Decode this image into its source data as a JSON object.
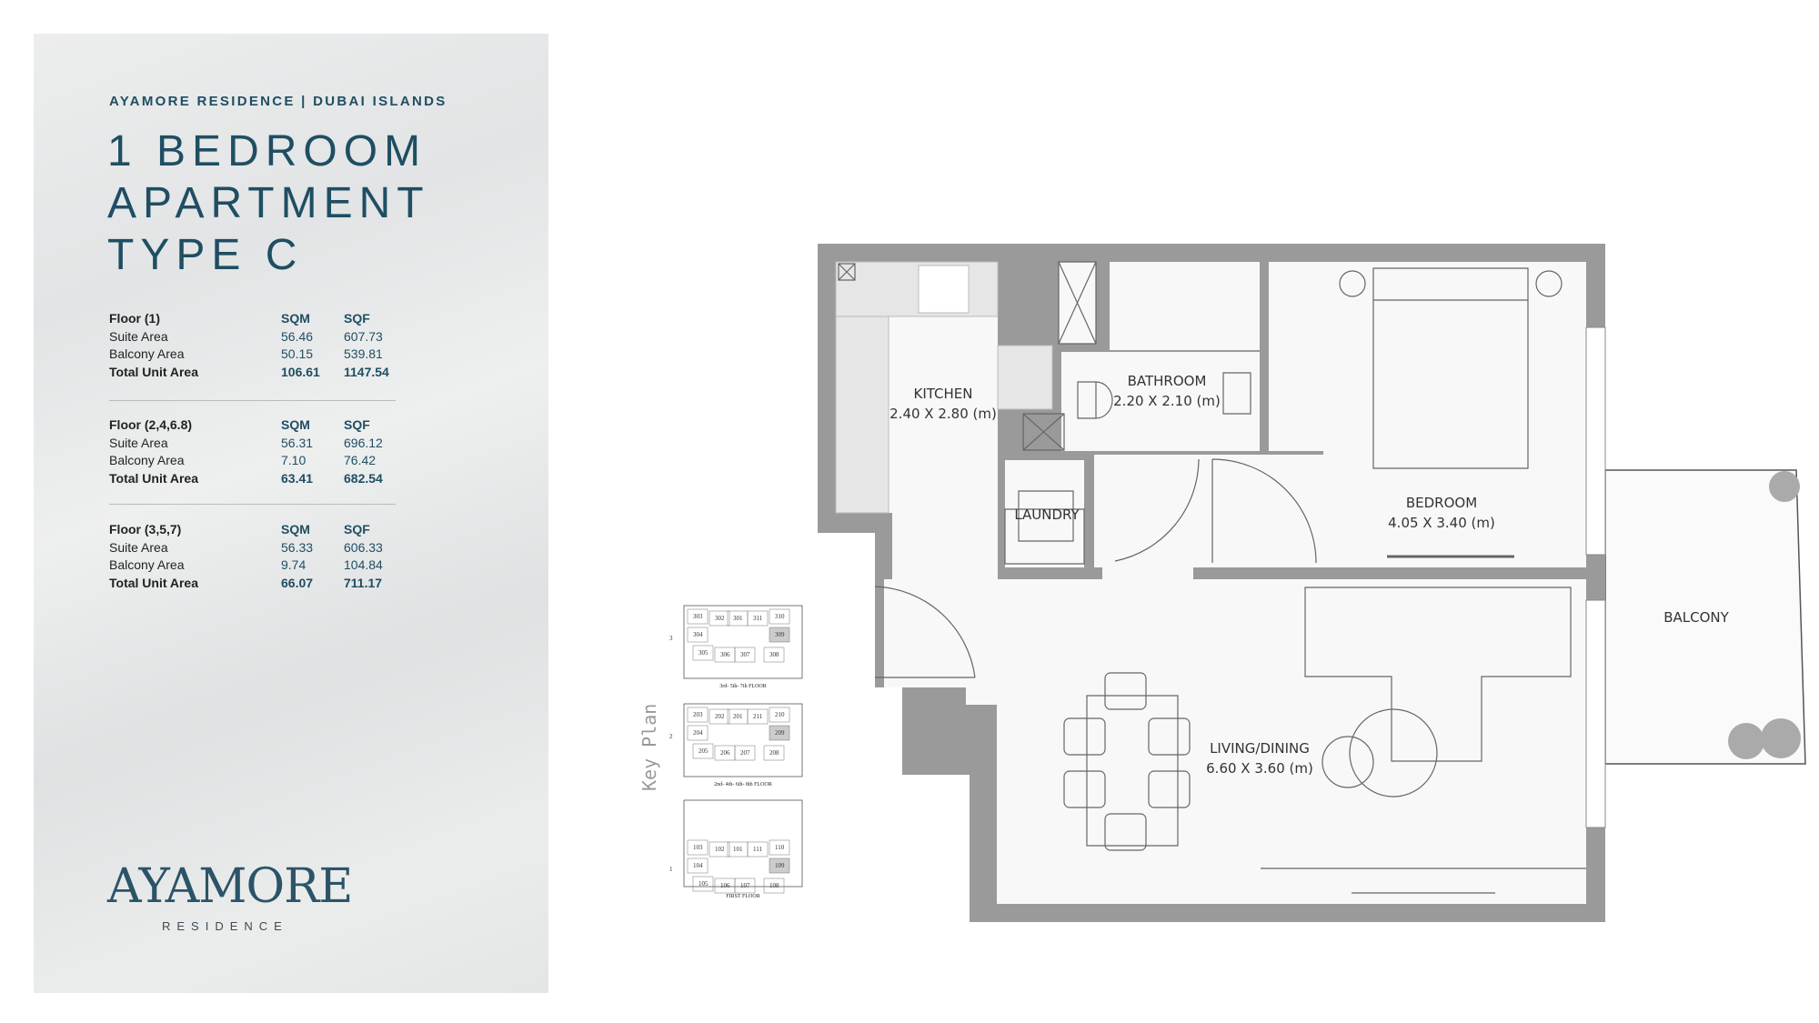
{
  "header": {
    "project": "AYAMORE RESIDENCE | DUBAI ISLANDS"
  },
  "title": {
    "line1": "1 BEDROOM",
    "line2": "APARTMENT",
    "line3": "TYPE C"
  },
  "areas": [
    {
      "floor": "Floor (1)",
      "col_sqm": "SQM",
      "col_sqf": "SQF",
      "rows": [
        {
          "label": "Suite Area",
          "sqm": "56.46",
          "sqf": "607.73"
        },
        {
          "label": "Balcony Area",
          "sqm": "50.15",
          "sqf": "539.81"
        },
        {
          "label": "Total Unit Area",
          "sqm": "106.61",
          "sqf": "1147.54"
        }
      ]
    },
    {
      "floor": "Floor (2,4,6.8)",
      "col_sqm": "SQM",
      "col_sqf": "SQF",
      "rows": [
        {
          "label": "Suite Area",
          "sqm": "56.31",
          "sqf": "696.12"
        },
        {
          "label": "Balcony Area",
          "sqm": "7.10",
          "sqf": "76.42"
        },
        {
          "label": "Total Unit Area",
          "sqm": "63.41",
          "sqf": "682.54"
        }
      ]
    },
    {
      "floor": "Floor (3,5,7)",
      "col_sqm": "SQM",
      "col_sqf": "SQF",
      "rows": [
        {
          "label": "Suite Area",
          "sqm": "56.33",
          "sqf": "606.33"
        },
        {
          "label": "Balcony Area",
          "sqm": "9.74",
          "sqf": "104.84"
        },
        {
          "label": "Total Unit Area",
          "sqm": "66.07",
          "sqf": "711.17"
        }
      ]
    }
  ],
  "logo": {
    "name": "AYAMORE",
    "sub": "RESIDENCE"
  },
  "rooms": {
    "kitchen": {
      "name": "KITCHEN",
      "size": "2.40 X 2.80 (m)"
    },
    "bathroom": {
      "name": "BATHROOM",
      "size": "2.20 X 2.10 (m)"
    },
    "laundry": {
      "name": "LAUNDRY"
    },
    "bedroom": {
      "name": "BEDROOM",
      "size": "4.05 X 3.40 (m)"
    },
    "living": {
      "name": "LIVING/DINING",
      "size": "6.60 X 3.60 (m)"
    },
    "balcony": {
      "name": "BALCONY"
    }
  },
  "key_plan": {
    "title": "Key Plan",
    "levels": [
      {
        "num": "3",
        "caption": "3rd- 5th- 7th FLOOR",
        "units": [
          "303",
          "302",
          "301",
          "311",
          "310",
          "304",
          "309",
          "305",
          "306",
          "307",
          "308"
        ]
      },
      {
        "num": "2",
        "caption": "2nd- 4th- 6th- 8th FLOOR",
        "units": [
          "203",
          "202",
          "201",
          "211",
          "210",
          "204",
          "209",
          "205",
          "206",
          "207",
          "208"
        ]
      },
      {
        "num": "1",
        "caption": "FIRST FLOOR",
        "units": [
          "103",
          "102",
          "101",
          "111",
          "110",
          "104",
          "109",
          "105",
          "106",
          "107",
          "108"
        ]
      }
    ]
  },
  "colors": {
    "brand": "#1f4e63",
    "wall": "#9a9a9a"
  }
}
